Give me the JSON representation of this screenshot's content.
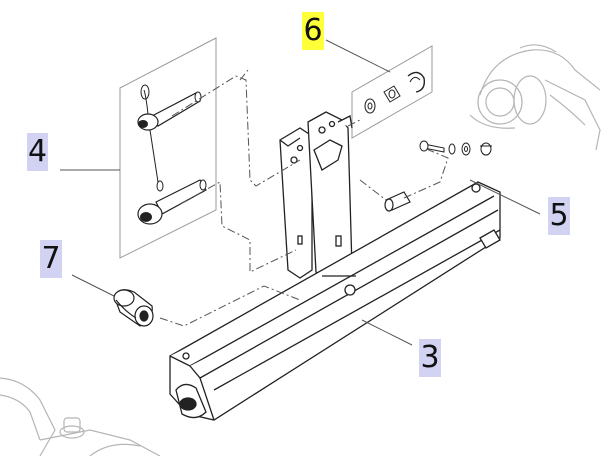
{
  "callouts": [
    {
      "id": "c6",
      "label": "6",
      "highlight": "#ffff3a"
    },
    {
      "id": "c4",
      "label": "4",
      "highlight": "#d2d2f2"
    },
    {
      "id": "c5",
      "label": "5",
      "highlight": "#d2d2f2"
    },
    {
      "id": "c7",
      "label": "7",
      "highlight": "#d2d2f2"
    },
    {
      "id": "c3",
      "label": "3",
      "highlight": "#d2d2f2"
    }
  ],
  "colors": {
    "line": "#222222",
    "ghost": "#b5b5b5",
    "panel": "#999999"
  }
}
